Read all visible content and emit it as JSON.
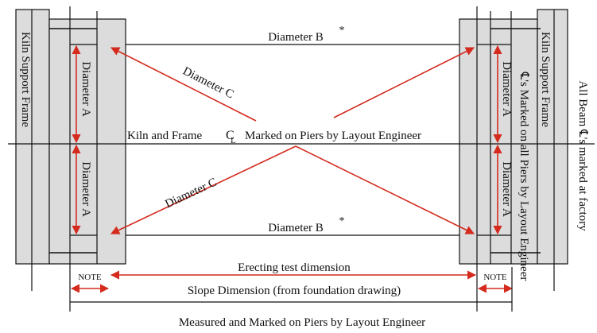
{
  "colors": {
    "frame_fill": "#dcdcdc",
    "line": "#111111",
    "dimension_arrow": "#d42b1e",
    "background": "#ffffff"
  },
  "labels": {
    "kiln_support_frame_left": "Kiln Support Frame",
    "kiln_support_frame_right": "Kiln Support Frame",
    "diameter_a_upper_left": "Diameter A",
    "diameter_a_lower_left": "Diameter A",
    "diameter_a_upper_right": "Diameter A",
    "diameter_a_lower_right": "Diameter A",
    "diameter_b_top": "Diameter B",
    "diameter_b_bottom": "Diameter B",
    "diameter_b_marker": "*",
    "diameter_c_upper": "Diameter C",
    "diameter_c_lower": "Diameter C",
    "centerline_caption": "Kiln and Frame",
    "centerline_symbol_main": "C",
    "centerline_symbol_sub": "L",
    "centerline_caption_tail": "Marked on Piers by Layout Engineer",
    "right_vertical_note": "℄'s Marked on all Piers by Layout Engineer",
    "far_right_vertical_note": "All Beam ℄'s marked at factory",
    "note_left": "NOTE",
    "note_right": "NOTE",
    "erecting_test_dimension": "Erecting test dimension",
    "slope_dimension": "Slope Dimension (from foundation drawing)",
    "footer": "Measured and Marked on Piers by Layout Engineer"
  }
}
